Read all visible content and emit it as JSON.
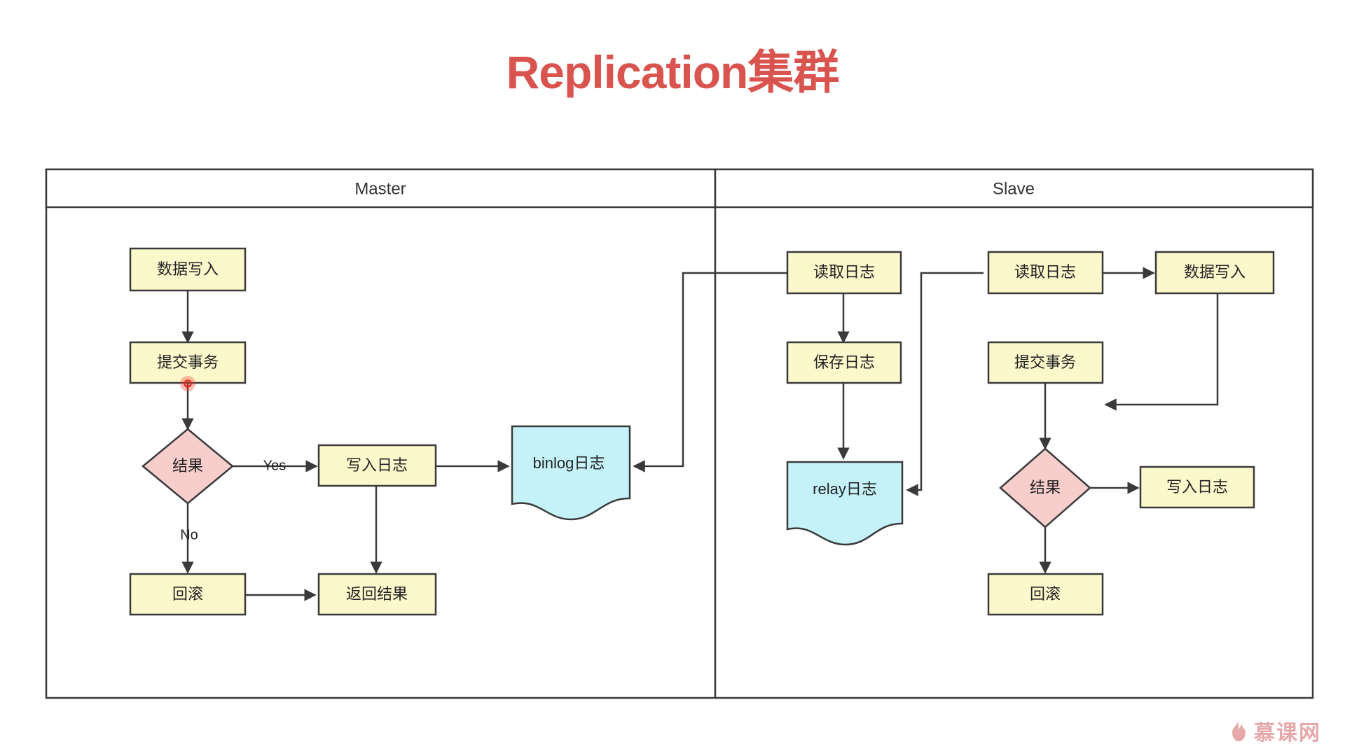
{
  "title": "Replication集群",
  "title_color": "#d9534f",
  "colors": {
    "process_fill": "#fbf8cc",
    "decision_fill": "#f8cecc",
    "document_fill": "#c5f2f8",
    "stroke": "#3a3a3a",
    "marker": "#ff3b30",
    "watermark": "#e29a9a"
  },
  "lanes": [
    {
      "id": "master",
      "label": "Master"
    },
    {
      "id": "slave",
      "label": "Slave"
    }
  ],
  "master": {
    "nodes": {
      "data_write": {
        "label": "数据写入",
        "shape": "process"
      },
      "commit_tx": {
        "label": "提交事务",
        "shape": "process"
      },
      "result": {
        "label": "结果",
        "shape": "decision"
      },
      "write_log": {
        "label": "写入日志",
        "shape": "process"
      },
      "binlog": {
        "label": "binlog日志",
        "shape": "document"
      },
      "rollback": {
        "label": "回滚",
        "shape": "process"
      },
      "return_result": {
        "label": "返回结果",
        "shape": "process"
      }
    },
    "edge_labels": {
      "yes": "Yes",
      "no": "No"
    }
  },
  "slave": {
    "nodes": {
      "read_log_io": {
        "label": "读取日志",
        "shape": "process"
      },
      "save_log": {
        "label": "保存日志",
        "shape": "process"
      },
      "relay": {
        "label": "relay日志",
        "shape": "document"
      },
      "read_log_sql": {
        "label": "读取日志",
        "shape": "process"
      },
      "data_write": {
        "label": "数据写入",
        "shape": "process"
      },
      "commit_tx": {
        "label": "提交事务",
        "shape": "process"
      },
      "result": {
        "label": "结果",
        "shape": "decision"
      },
      "write_log": {
        "label": "写入日志",
        "shape": "process"
      },
      "rollback": {
        "label": "回滚",
        "shape": "process"
      }
    }
  },
  "watermark": {
    "text": "慕课网",
    "icon": "flame-icon"
  }
}
